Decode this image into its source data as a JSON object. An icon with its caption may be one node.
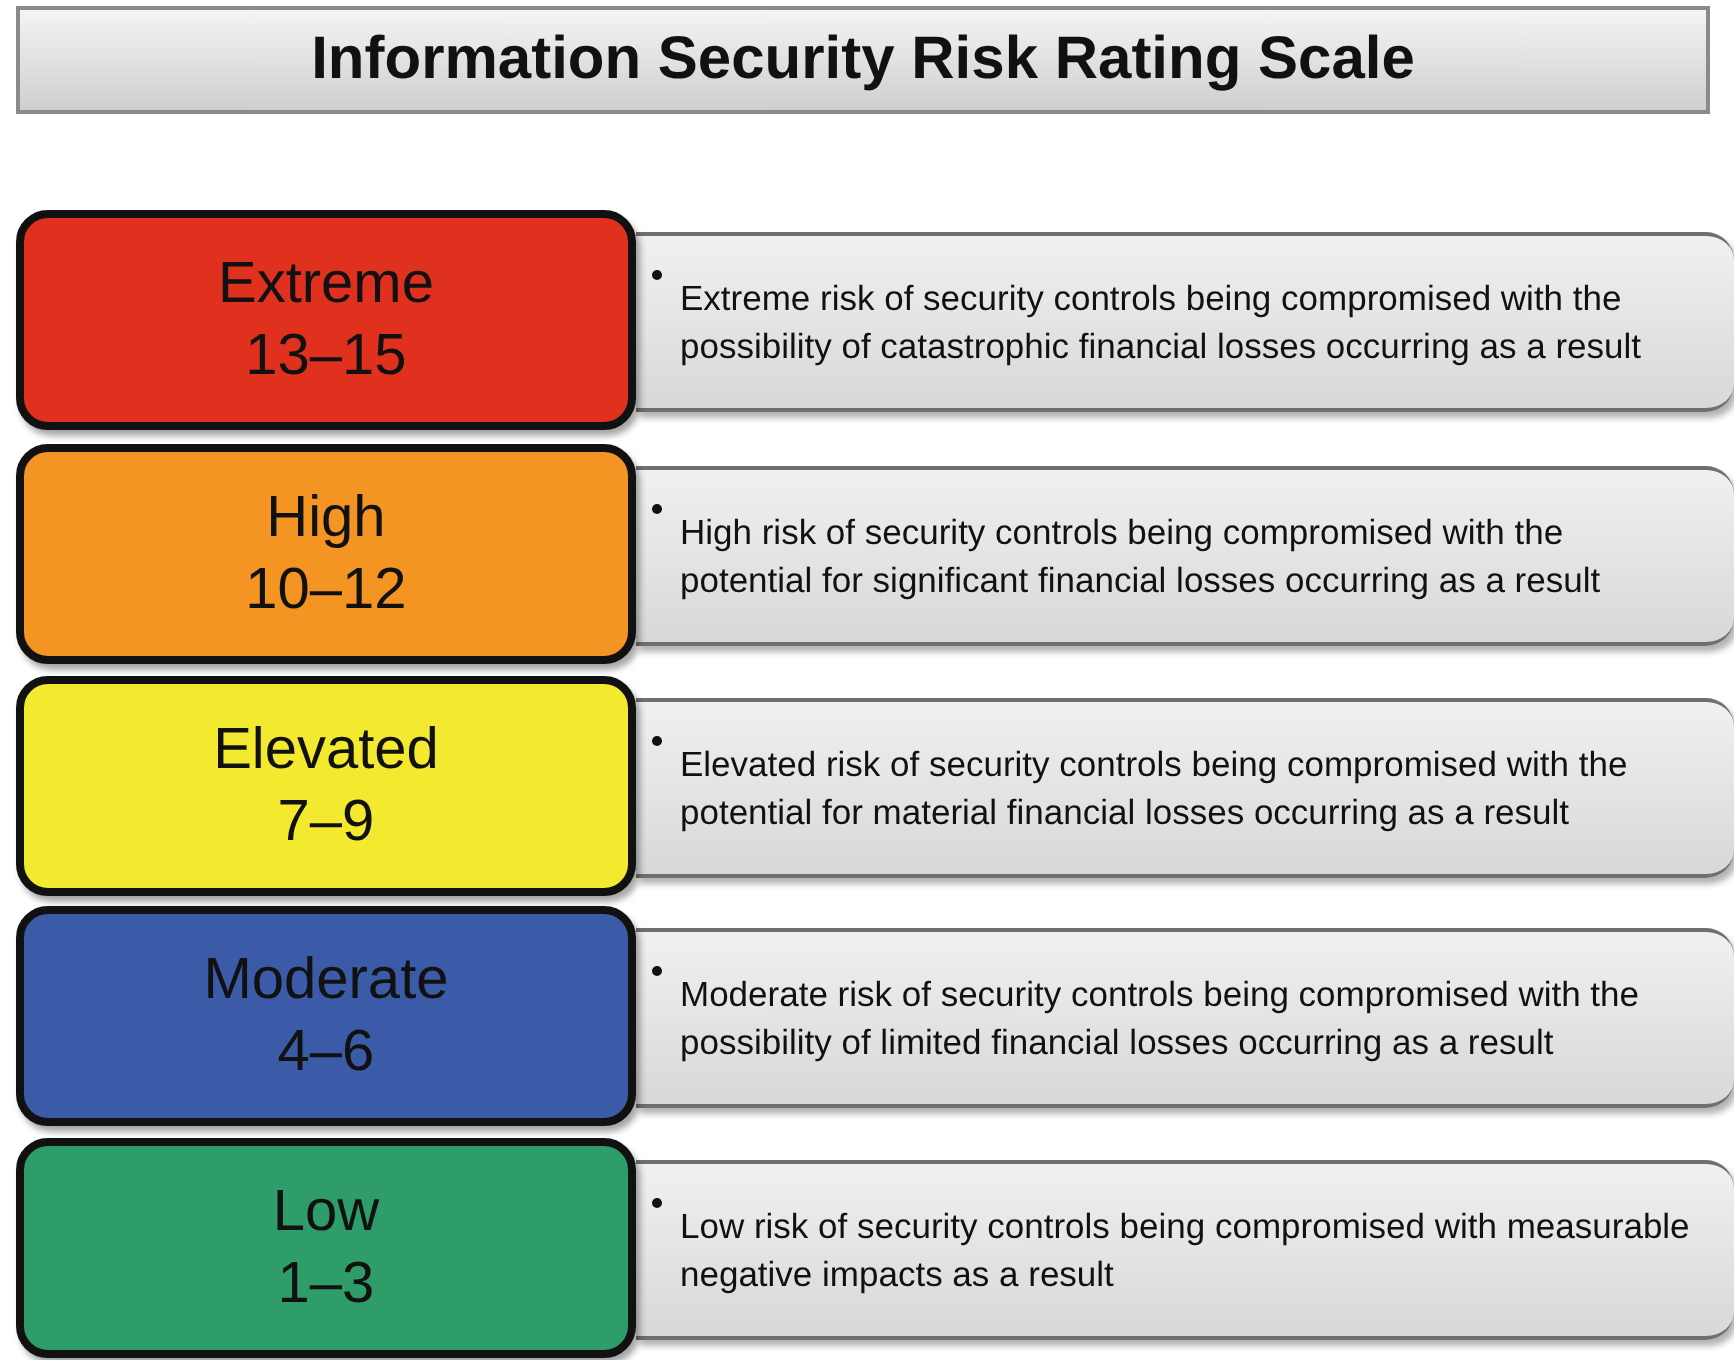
{
  "diagram": {
    "title": "Information Security Risk Rating Scale",
    "nodes": [
      {
        "text": [
          "Extreme",
          "13–15"
        ]
      },
      {
        "text": [
          "Extreme risk of security controls being compromised with the possibility of catastrophic financial losses occurring as a result"
        ]
      },
      {
        "text": [
          "High",
          "10–12"
        ]
      },
      {
        "text": [
          "High risk of security controls being compromised with the potential for significant financial losses occurring as a result"
        ]
      },
      {
        "text": [
          "Elevated",
          "7–9"
        ]
      },
      {
        "text": [
          "Elevated risk of security controls being compromised with the potential for material financial losses occurring as a result"
        ]
      },
      {
        "text": [
          "Moderate",
          "4–6"
        ]
      },
      {
        "text": [
          "Moderate risk of security controls being compromised with the possibility of limited financial losses occurring as a result"
        ]
      },
      {
        "text": [
          "Low",
          "1–3"
        ]
      },
      {
        "text": [
          "Low risk of security controls being compromised with measurable negative impacts as a result"
        ]
      }
    ]
  }
}
